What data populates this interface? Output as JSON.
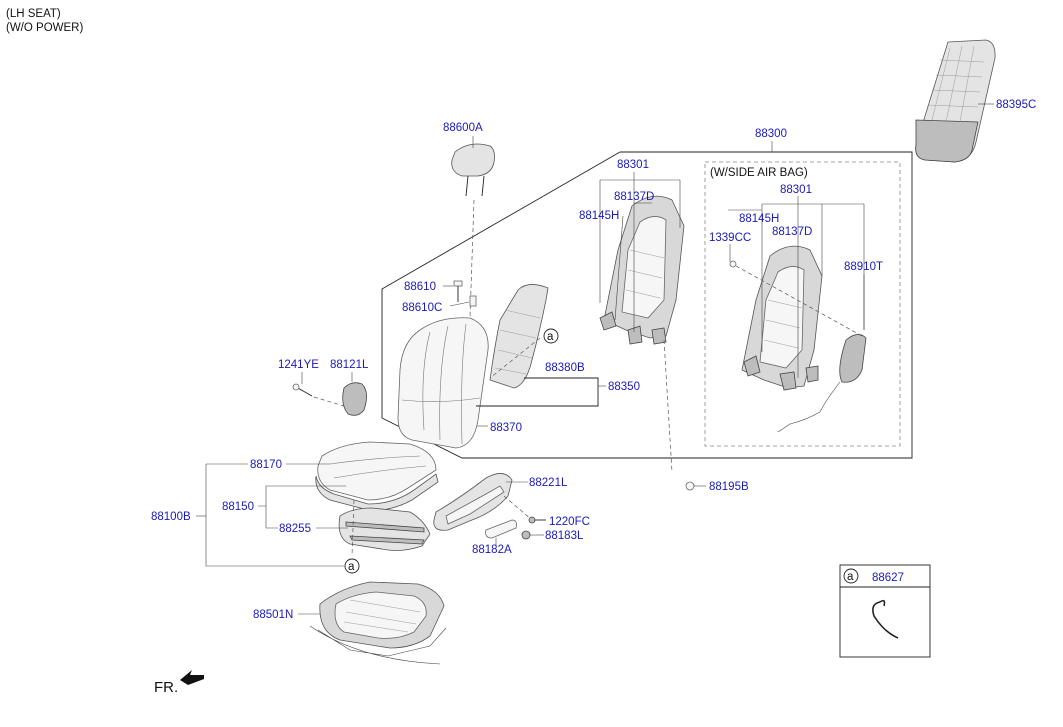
{
  "notes": {
    "line1": "(LH SEAT)",
    "line2": "(W/O POWER)",
    "airbag_group": "(W/SIDE AIR BAG)",
    "front": "FR."
  },
  "callout": {
    "marker": "a",
    "part": "88627"
  },
  "labels": {
    "p88395C": "88395C",
    "p88600A": "88600A",
    "p88300": "88300",
    "p88301_a": "88301",
    "p88137D_a": "88137D",
    "p88145H_a": "88145H",
    "p88301_b": "88301",
    "p88145H_b": "88145H",
    "p1339CC": "1339CC",
    "p88137D_b": "88137D",
    "p88910T": "88910T",
    "p88610": "88610",
    "p88610C": "88610C",
    "p88380B": "88380B",
    "p88350": "88350",
    "p88370": "88370",
    "p1241YE": "1241YE",
    "p88121L": "88121L",
    "p88170": "88170",
    "p88150": "88150",
    "p88100B": "88100B",
    "p88255": "88255",
    "p88221L": "88221L",
    "p1220FC": "1220FC",
    "p88183L": "88183L",
    "p88182A": "88182A",
    "p88195B": "88195B",
    "p88501N": "88501N"
  }
}
